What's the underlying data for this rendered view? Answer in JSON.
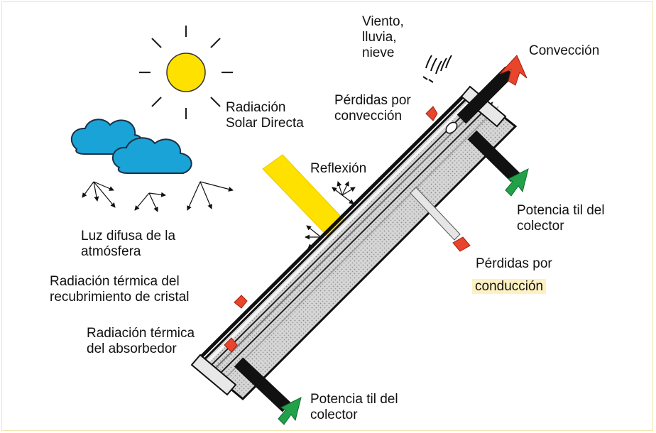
{
  "colors": {
    "background": "#ffffff",
    "frame_border": "#f2e6b4",
    "sun": "#ffe100",
    "cloud": "#1aa3d6",
    "beam": "#ffe100",
    "loss_arrow": "#e8452c",
    "useful_arrow": "#23a14a",
    "collector_dark": "#111111",
    "highlight": "#fdf0c2"
  },
  "icons": [
    "sun-icon",
    "cloud-icon",
    "rain-icon"
  ],
  "labels": {
    "viento": "Viento,\nlluvia,\nnieve",
    "conveccion": "Convección",
    "radiacion_solar": "Radiación\nSolar Directa",
    "perdidas_conveccion": "Pérdidas por\nconvección",
    "reflexion": "Reflexión",
    "potencia_top": "Potencia   til del\ncolector",
    "luz_difusa": "Luz difusa de la\natmósfera",
    "perdidas_conduccion_1": "Pérdidas por",
    "perdidas_conduccion_2": "conducción",
    "rad_termica_cristal": "Radiación térmica del\nrecubrimiento de cristal",
    "rad_termica_absorbedor": "Radiación térmica\ndel absorbedor",
    "potencia_bottom": "Potencia   til del\ncolector"
  }
}
